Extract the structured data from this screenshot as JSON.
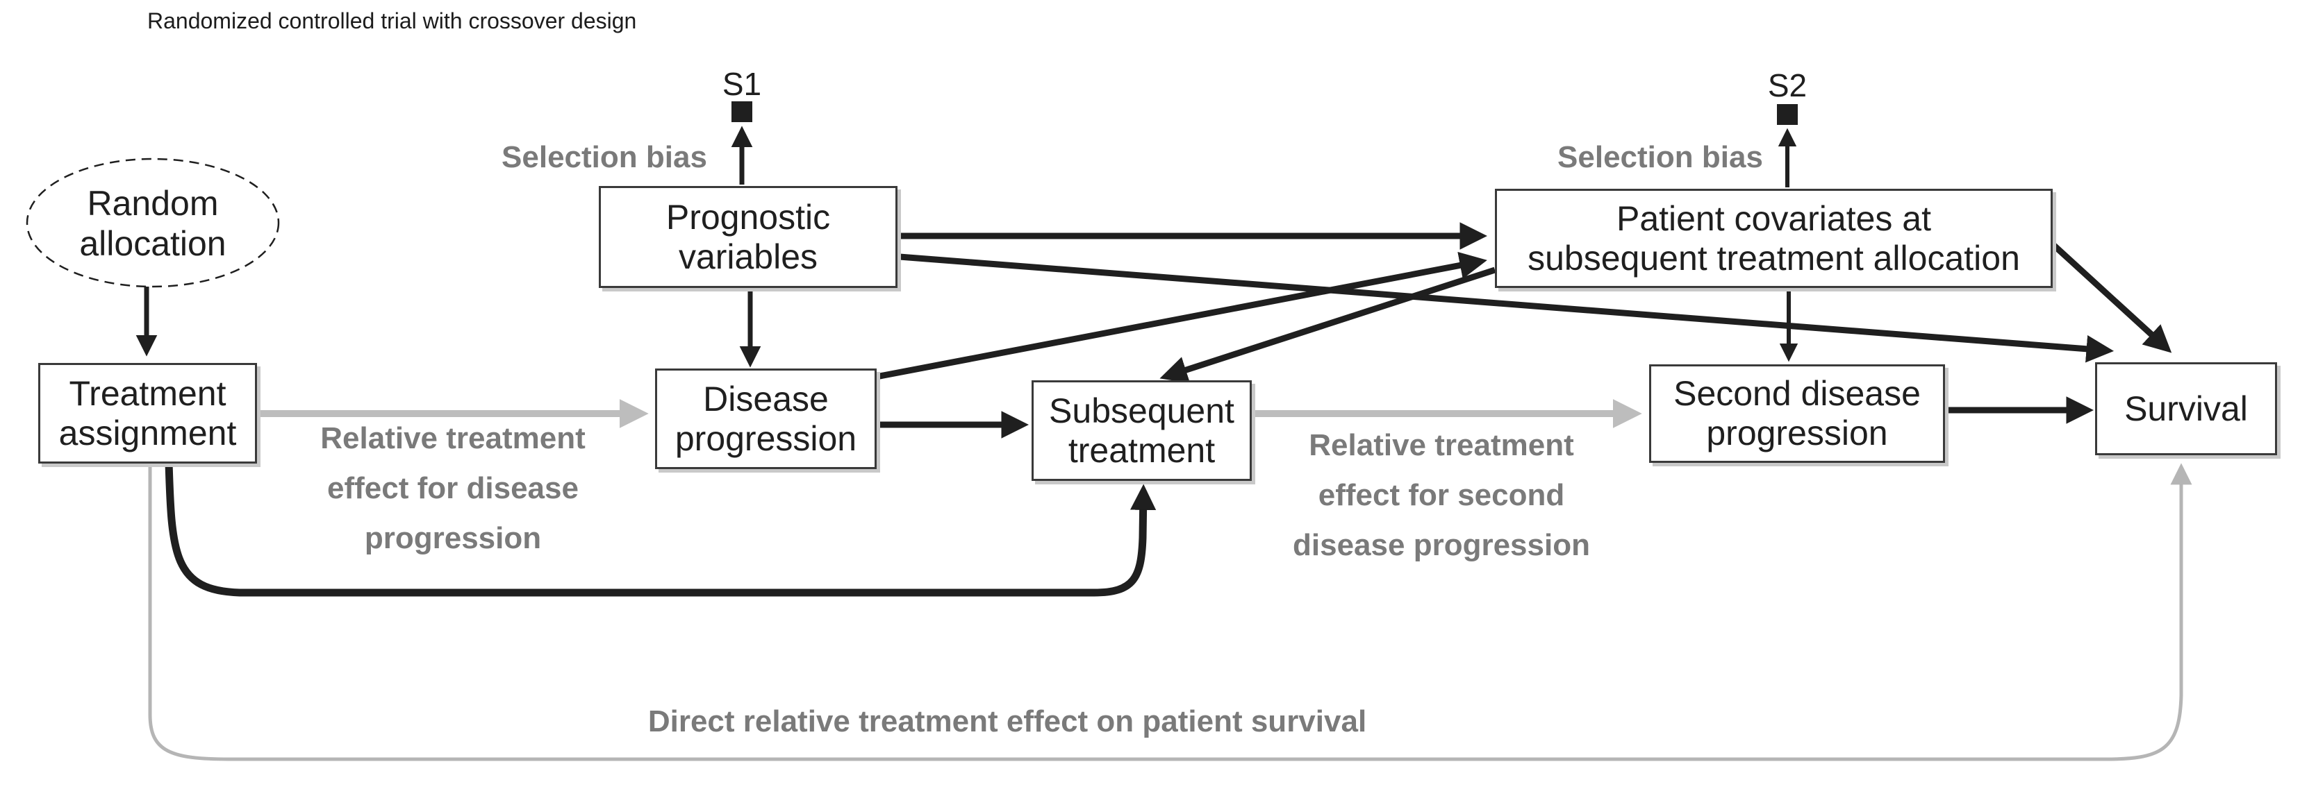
{
  "title": "Randomized controlled trial with crossover design",
  "nodes": {
    "random_allocation": "Random\nallocation",
    "treatment_assignment": "Treatment\nassignment",
    "prognostic_variables": "Prognostic\nvariables",
    "disease_progression": "Disease\nprogression",
    "subsequent_treatment": "Subsequent\ntreatment",
    "patient_covariates": "Patient covariates at\nsubsequent treatment allocation",
    "second_disease_progression": "Second disease\nprogression",
    "survival": "Survival",
    "s1": "S1",
    "s2": "S2"
  },
  "annotations": {
    "selection_bias_left": "Selection bias",
    "selection_bias_right": "Selection bias",
    "relative_effect_first": "Relative treatment\neffect for disease\nprogression",
    "relative_effect_second": "Relative treatment\neffect for second\ndisease progression",
    "direct_effect": "Direct relative treatment effect on patient survival"
  },
  "colors": {
    "ink": "#1f1f1f",
    "box_border": "#3a3a3a",
    "gray_arrow": "#bdbdbd",
    "gray_line": "#b5b5b5",
    "gray_text": "#7a7a7a",
    "shadow": "#c9c9c9"
  }
}
